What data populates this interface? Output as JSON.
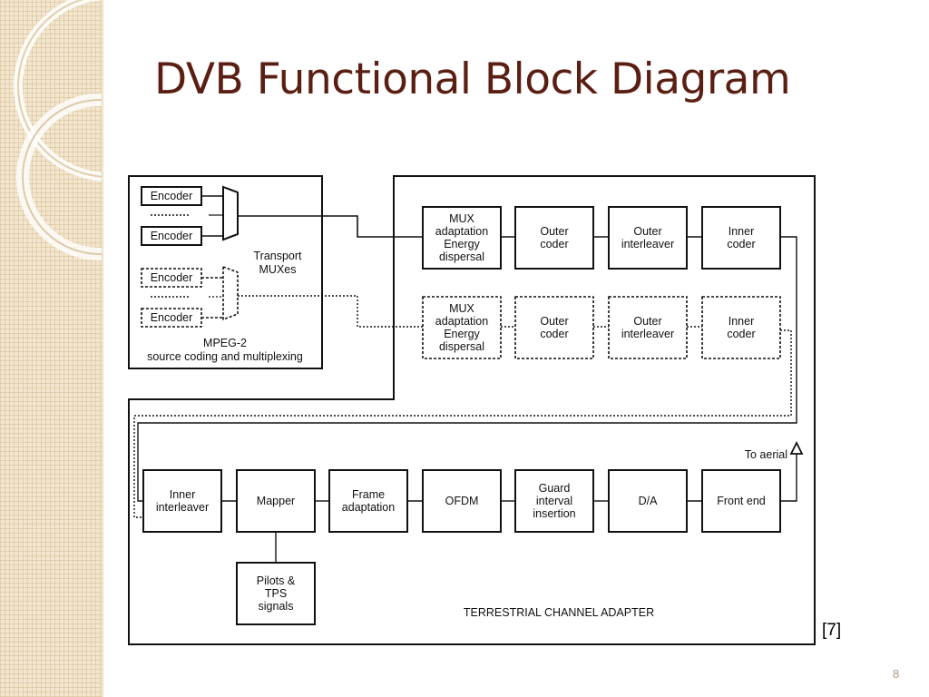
{
  "slide": {
    "title": "DVB Functional Block Diagram",
    "citation": "[7]",
    "page_number": "8"
  },
  "diagram": {
    "source_section": {
      "encoders": [
        "Encoder",
        "Encoder",
        "Encoder",
        "Encoder"
      ],
      "mux_label": "Transport\nMUXes",
      "caption": "MPEG-2\nsource coding and multiplexing"
    },
    "channel_chain_primary": [
      "MUX\nadaptation\nEnergy\ndispersal",
      "Outer\ncoder",
      "Outer\ninterleaver",
      "Inner\ncoder"
    ],
    "channel_chain_secondary": [
      "MUX\nadaptation\nEnergy\ndispersal",
      "Outer\ncoder",
      "Outer\ninterleaver",
      "Inner\ncoder"
    ],
    "modulation_chain": [
      "Inner\ninterleaver",
      "Mapper",
      "Frame\nadaptation",
      "OFDM",
      "Guard\ninterval\ninsertion",
      "D/A",
      "Front end"
    ],
    "pilots_block": "Pilots &\nTPS\nsignals",
    "aerial_label": "To aerial",
    "adapter_caption": "TERRESTRIAL CHANNEL ADAPTER"
  },
  "colors": {
    "title": "#5a1f12",
    "side_panel": "#f2e6cf",
    "line": "#111111"
  }
}
